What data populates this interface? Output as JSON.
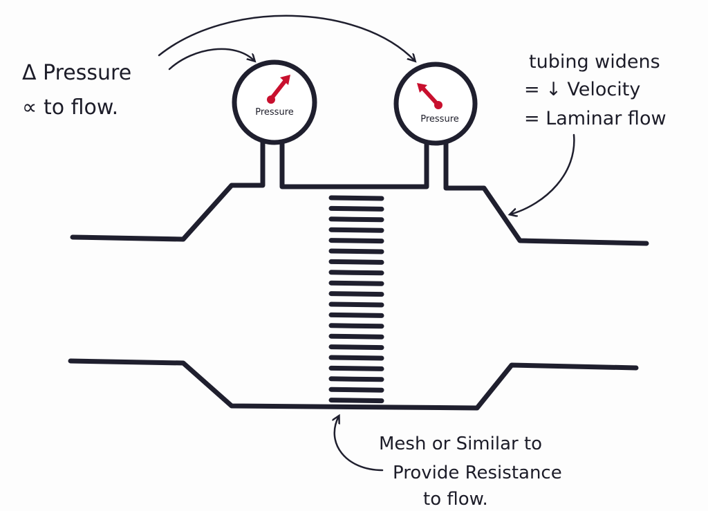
{
  "annotations": {
    "pressure_note": [
      "Δ Pressure",
      "∝ to flow."
    ],
    "widening_note": [
      "tubing widens",
      "= ↓ Velocity",
      "= Laminar flow"
    ],
    "mesh_note": [
      "Mesh or Similar to",
      "Provide Resistance",
      "to flow."
    ]
  },
  "gauges": [
    {
      "label": "Pressure",
      "needle_direction": "up-right"
    },
    {
      "label": "Pressure",
      "needle_direction": "up-left"
    }
  ],
  "colors": {
    "ink": "#1f1f2e",
    "needle": "#c8102e"
  }
}
